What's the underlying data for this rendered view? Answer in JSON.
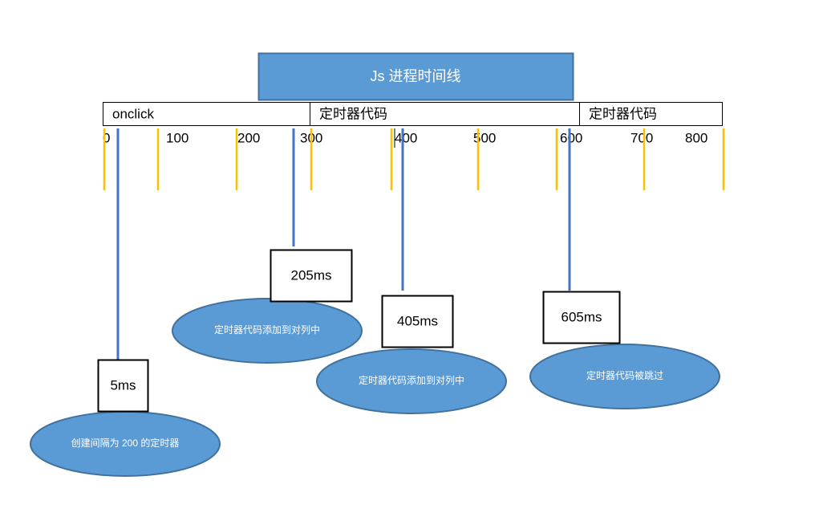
{
  "header": {
    "title": "Js 进程时间线",
    "fill": "#5b9bd5",
    "stroke": "#41719c"
  },
  "timeline": {
    "segments": [
      {
        "label": "onclick"
      },
      {
        "label": "定时器代码"
      },
      {
        "label": "定时器代码"
      }
    ],
    "ticks": [
      {
        "label": "0"
      },
      {
        "label": "100"
      },
      {
        "label": "200"
      },
      {
        "label": "300"
      },
      {
        "label": "400"
      },
      {
        "label": "500"
      },
      {
        "label": "600"
      },
      {
        "label": "700"
      },
      {
        "label": "800"
      }
    ],
    "tick_color": "#ffc000",
    "marker_color": "#4472c4"
  },
  "events": [
    {
      "time_label": "5ms",
      "note": "创建间隔为 200 的定时器"
    },
    {
      "time_label": "205ms",
      "note": "定时器代码添加到对列中"
    },
    {
      "time_label": "405ms",
      "note": "定时器代码添加到对列中"
    },
    {
      "time_label": "605ms",
      "note": "定时器代码被跳过"
    }
  ],
  "colors": {
    "ellipse_fill": "#5b9bd5",
    "ellipse_stroke": "#41719c",
    "box_stroke": "#000000",
    "text_dark": "#000000",
    "text_light": "#ffffff"
  }
}
